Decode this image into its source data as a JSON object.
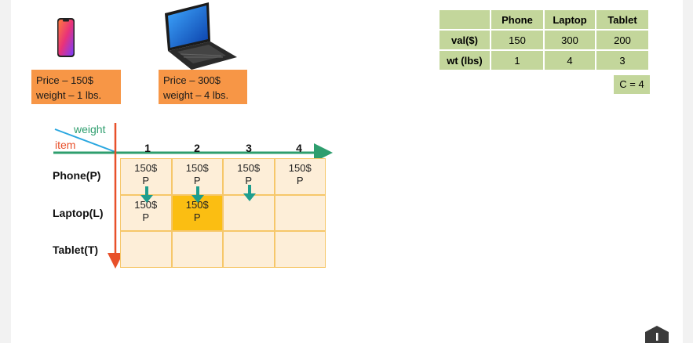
{
  "items": {
    "phone": {
      "icon": "smartphone-icon",
      "price": "Price – 150$",
      "weight": "weight – 1 lbs."
    },
    "laptop": {
      "icon": "laptop-icon",
      "price": "Price – 300$",
      "weight": "weight – 4 lbs."
    }
  },
  "value_table": {
    "headers": [
      "",
      "Phone",
      "Laptop",
      "Tablet"
    ],
    "rows": [
      {
        "label": "val($)",
        "cells": [
          "150",
          "300",
          "200"
        ]
      },
      {
        "label": "wt (lbs)",
        "cells": [
          "1",
          "4",
          "3"
        ]
      }
    ]
  },
  "capacity": "C = 4",
  "dp_table": {
    "axis_weight": "weight",
    "axis_item": "item",
    "columns": [
      "1",
      "2",
      "3",
      "4"
    ],
    "rows": [
      {
        "label": "Phone(P)",
        "cells": [
          {
            "value": "150$",
            "item": "P"
          },
          {
            "value": "150$",
            "item": "P"
          },
          {
            "value": "150$",
            "item": "P"
          },
          {
            "value": "150$",
            "item": "P"
          }
        ]
      },
      {
        "label": "Laptop(L)",
        "cells": [
          {
            "value": "150$",
            "item": "P"
          },
          {
            "value": "150$",
            "item": "P",
            "highlight": true
          },
          {
            "value": "",
            "item": ""
          },
          {
            "value": "",
            "item": ""
          }
        ]
      },
      {
        "label": "Tablet(T)",
        "cells": [
          {
            "value": "",
            "item": ""
          },
          {
            "value": "",
            "item": ""
          },
          {
            "value": "",
            "item": ""
          },
          {
            "value": "",
            "item": ""
          }
        ]
      }
    ]
  },
  "colors": {
    "info_box": "#f79646",
    "table_green": "#c3d69b",
    "cell_fill": "#fdeed8",
    "highlight": "#fbbe12",
    "axis_green": "#2e9e6e",
    "axis_red": "#e8502a",
    "arrow": "#1e9e8e"
  }
}
